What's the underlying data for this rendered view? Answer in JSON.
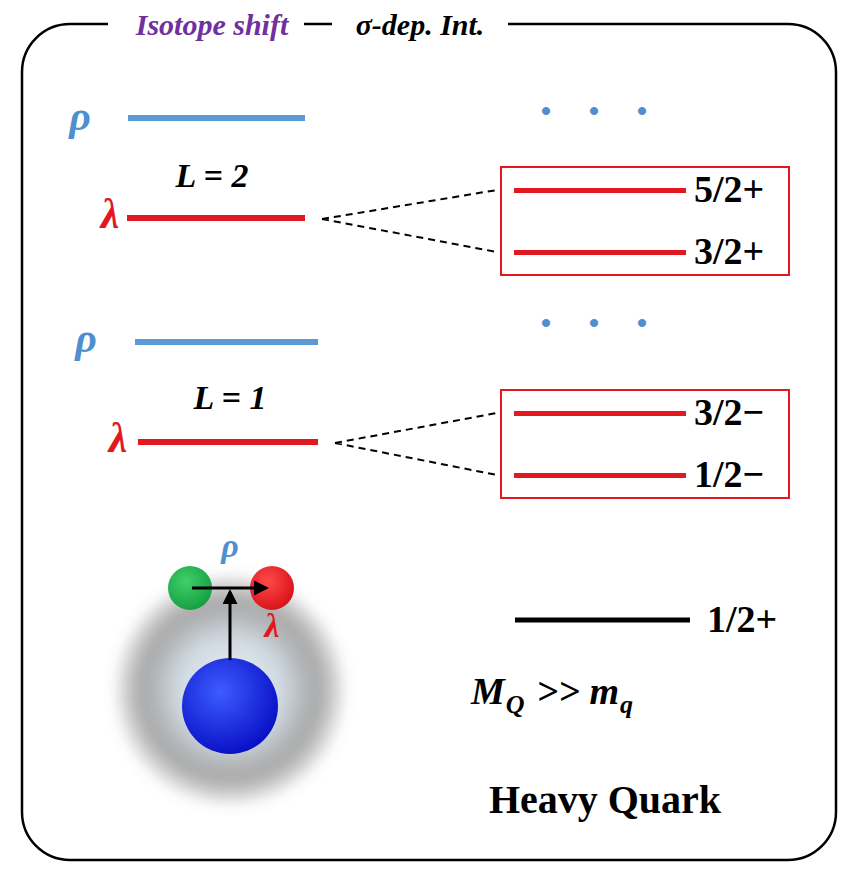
{
  "diagram": {
    "nodes": [
      {
        "text": [
          "5/2+",
          "3/2+"
        ]
      },
      {
        "text": [
          "3/2−",
          "1/2−"
        ]
      }
    ],
    "labels": [
      "Isotope shift",
      "σ-dep. Int.",
      "ρ",
      "L = 2",
      "λ",
      "• • •",
      "ρ",
      "L = 1",
      "λ",
      "• • •",
      "1/2+",
      "ρ",
      "λ",
      "M",
      "Q",
      ">> m",
      "q",
      "Heavy Quark"
    ]
  }
}
